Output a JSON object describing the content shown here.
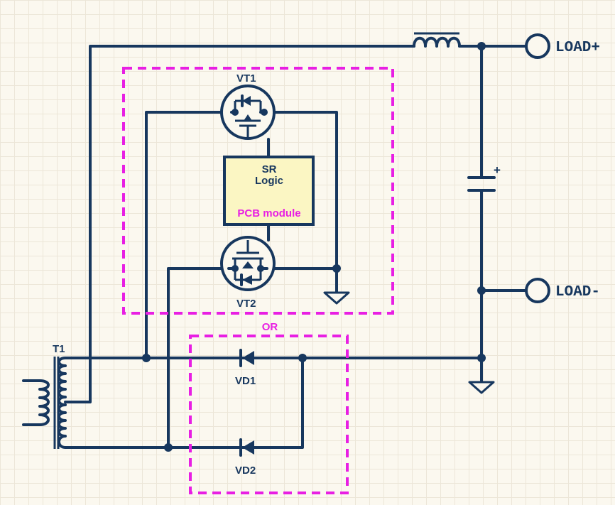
{
  "labels": {
    "vt1": "VT1",
    "vt2": "VT2",
    "sr_line1": "SR",
    "sr_line2": "Logic",
    "pcb_module": "PCB module",
    "or": "OR",
    "t1": "T1",
    "vd1": "VD1",
    "vd2": "VD2",
    "load_plus": "LOAD+",
    "load_minus": "LOAD-",
    "cap_plus": "+"
  },
  "colors": {
    "wire": "#17375e",
    "highlight": "#e81fe3",
    "module_fill": "#fbf6c3",
    "background": "#fbf8ef"
  }
}
